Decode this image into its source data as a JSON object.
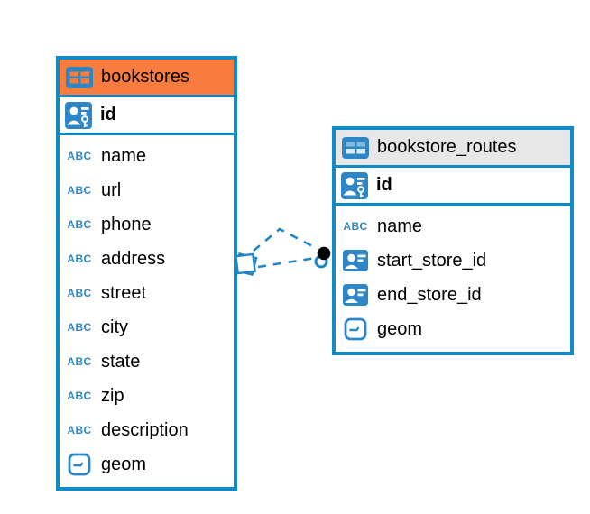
{
  "diagram": {
    "type": "entity-relationship",
    "background": "#ffffff"
  },
  "colors": {
    "table_border": "#0e8ac9",
    "header_orange": "#f87c3e",
    "header_gray": "#e7e7e7",
    "icon_blue": "#2e86c7",
    "abc_blue": "#2f87c6",
    "connector_blue": "#1f85c4",
    "text": "#000000"
  },
  "icons": {
    "abc_glyph": "ABC"
  },
  "tables": [
    {
      "name": "bookstores",
      "header": {
        "label": "bookstores",
        "bg": "#f87c3e",
        "icon": "table",
        "icon_cells_top": "#f87c3e",
        "icon_cells_bottom": "#f87c3e"
      },
      "primary_key": {
        "label": "id",
        "icon": "person-key"
      },
      "columns": [
        {
          "label": "name",
          "icon": "abc"
        },
        {
          "label": "url",
          "icon": "abc"
        },
        {
          "label": "phone",
          "icon": "abc"
        },
        {
          "label": "address",
          "icon": "abc"
        },
        {
          "label": "street",
          "icon": "abc"
        },
        {
          "label": "city",
          "icon": "abc"
        },
        {
          "label": "state",
          "icon": "abc"
        },
        {
          "label": "zip",
          "icon": "abc"
        },
        {
          "label": "description",
          "icon": "abc"
        },
        {
          "label": "geom",
          "icon": "geometry"
        }
      ]
    },
    {
      "name": "bookstore_routes",
      "header": {
        "label": "bookstore_routes",
        "bg": "#e7e7e7",
        "icon": "table",
        "icon_cells_top": "#85b9df",
        "icon_cells_bottom": "#d9ecf9"
      },
      "primary_key": {
        "label": "id",
        "icon": "person-key"
      },
      "columns": [
        {
          "label": "name",
          "icon": "abc"
        },
        {
          "label": "start_store_id",
          "icon": "person"
        },
        {
          "label": "end_store_id",
          "icon": "person"
        },
        {
          "label": "geom",
          "icon": "geometry"
        }
      ]
    }
  ],
  "connections": {
    "style": "dashed",
    "color": "#1f85c4",
    "from_table": "bookstores",
    "to_table": "bookstore_routes",
    "line_count": 2,
    "from_marker": "overlapping-squares",
    "to_marker": "black-dot"
  }
}
